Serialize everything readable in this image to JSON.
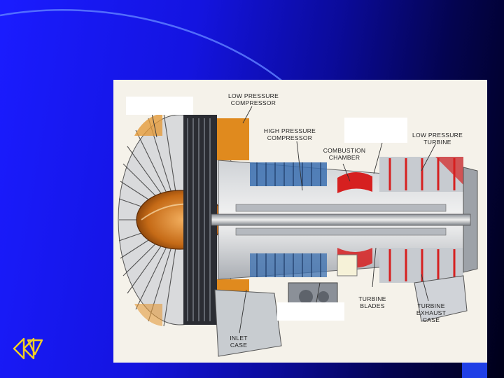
{
  "labels": {
    "low_pressure_compressor": "LOW PRESSURE\nCOMPRESSOR",
    "high_pressure_compressor": "HIGH PRESSURE\nCOMPRESSOR",
    "combustion_chamber": "COMBUSTION\nCHAMBER",
    "low_pressure_turbine": "LOW PRESSURE\nTURBINE",
    "turbine_blades": "TURBINE\nBLADES",
    "turbine_exhaust_case": "TURBINE\nEXHAUST\nCASE",
    "inlet_case": "INLET\nCASE"
  },
  "icons": {
    "navigation": "previous-slide-icon"
  },
  "colors": {
    "background_start": "#1a1cff",
    "background_end": "#000018",
    "compressor_orange": "#e08a1e",
    "compressor_blue": "#3a6fb0",
    "combustion_red": "#d62020",
    "nav_icon": "#f2d024"
  }
}
